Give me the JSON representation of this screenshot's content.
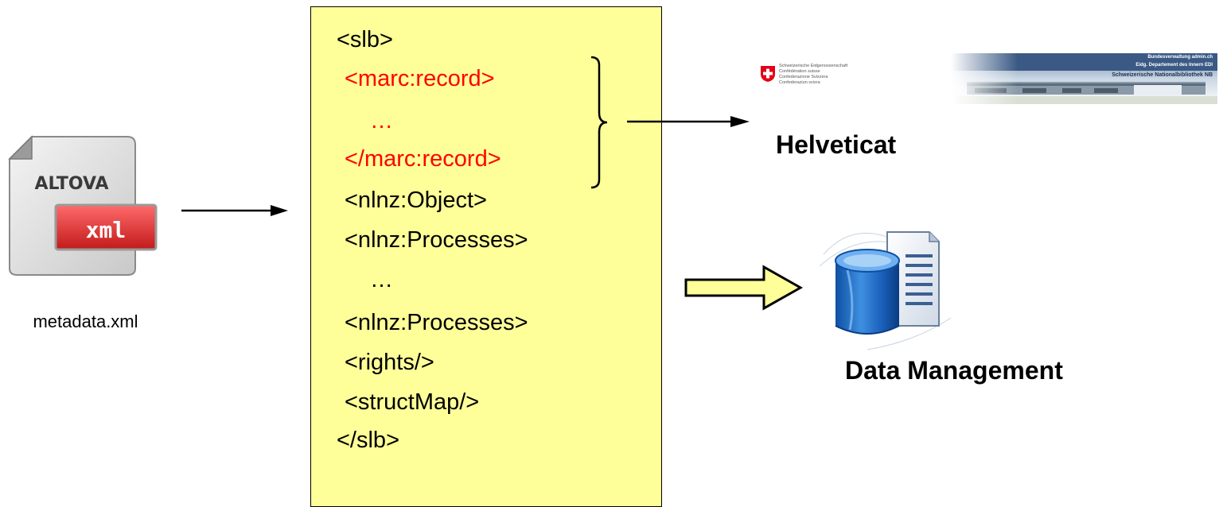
{
  "file": {
    "icon_brand": "ALTOVA",
    "icon_badge": "xml",
    "caption": "metadata.xml"
  },
  "xml_block": {
    "lines": [
      {
        "text": "<slb>",
        "color": "#000000"
      },
      {
        "text": "<marc:record>",
        "color": "#ff0000"
      },
      {
        "text": "…",
        "color": "#ff0000"
      },
      {
        "text": "</marc:record>",
        "color": "#ff0000"
      },
      {
        "text": "<nlnz:Object>",
        "color": "#000000"
      },
      {
        "text": "<nlnz:Processes>",
        "color": "#000000"
      },
      {
        "text": "…",
        "color": "#000000"
      },
      {
        "text": "<nlnz:Processes>",
        "color": "#000000"
      },
      {
        "text": "<rights/>",
        "color": "#000000"
      },
      {
        "text": "<structMap/>",
        "color": "#000000"
      },
      {
        "text": "</slb>",
        "color": "#000000"
      }
    ],
    "background": "#ffff99"
  },
  "helveticat": {
    "label": "Helveticat",
    "logo_lines": [
      "Schweizerische Eidgenossenschaft",
      "Confédération suisse",
      "Confederazione Svizzera",
      "Confederaziun svizra"
    ],
    "banner_lines": [
      "Bundesverwaltung admin.ch",
      "Eidg. Departement des Innern EDI",
      "Schweizerische Nationalbibliothek NB"
    ]
  },
  "data_management": {
    "label": "Data Management",
    "icon": "database-document-icon"
  },
  "colors": {
    "red_text": "#ff0000",
    "box_fill": "#ffff99",
    "arrow_fill": "#ffff99"
  }
}
